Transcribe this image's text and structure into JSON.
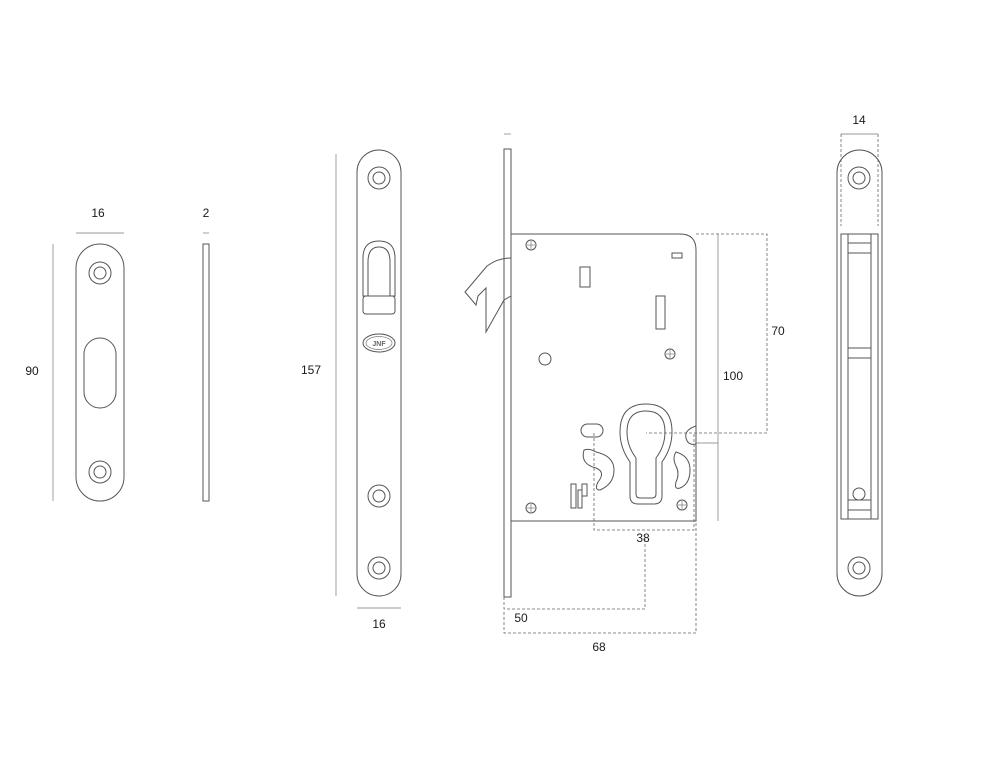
{
  "dimensions": {
    "strike_width": "16",
    "strike_thickness": "2",
    "strike_height": "90",
    "faceplate_height": "157",
    "faceplate_width": "16",
    "distance_70": "70",
    "body_height": "100",
    "center_distance": "38",
    "backset": "50",
    "body_depth": "68",
    "faceplate_thickness": "14"
  },
  "logo_text": "JNF"
}
